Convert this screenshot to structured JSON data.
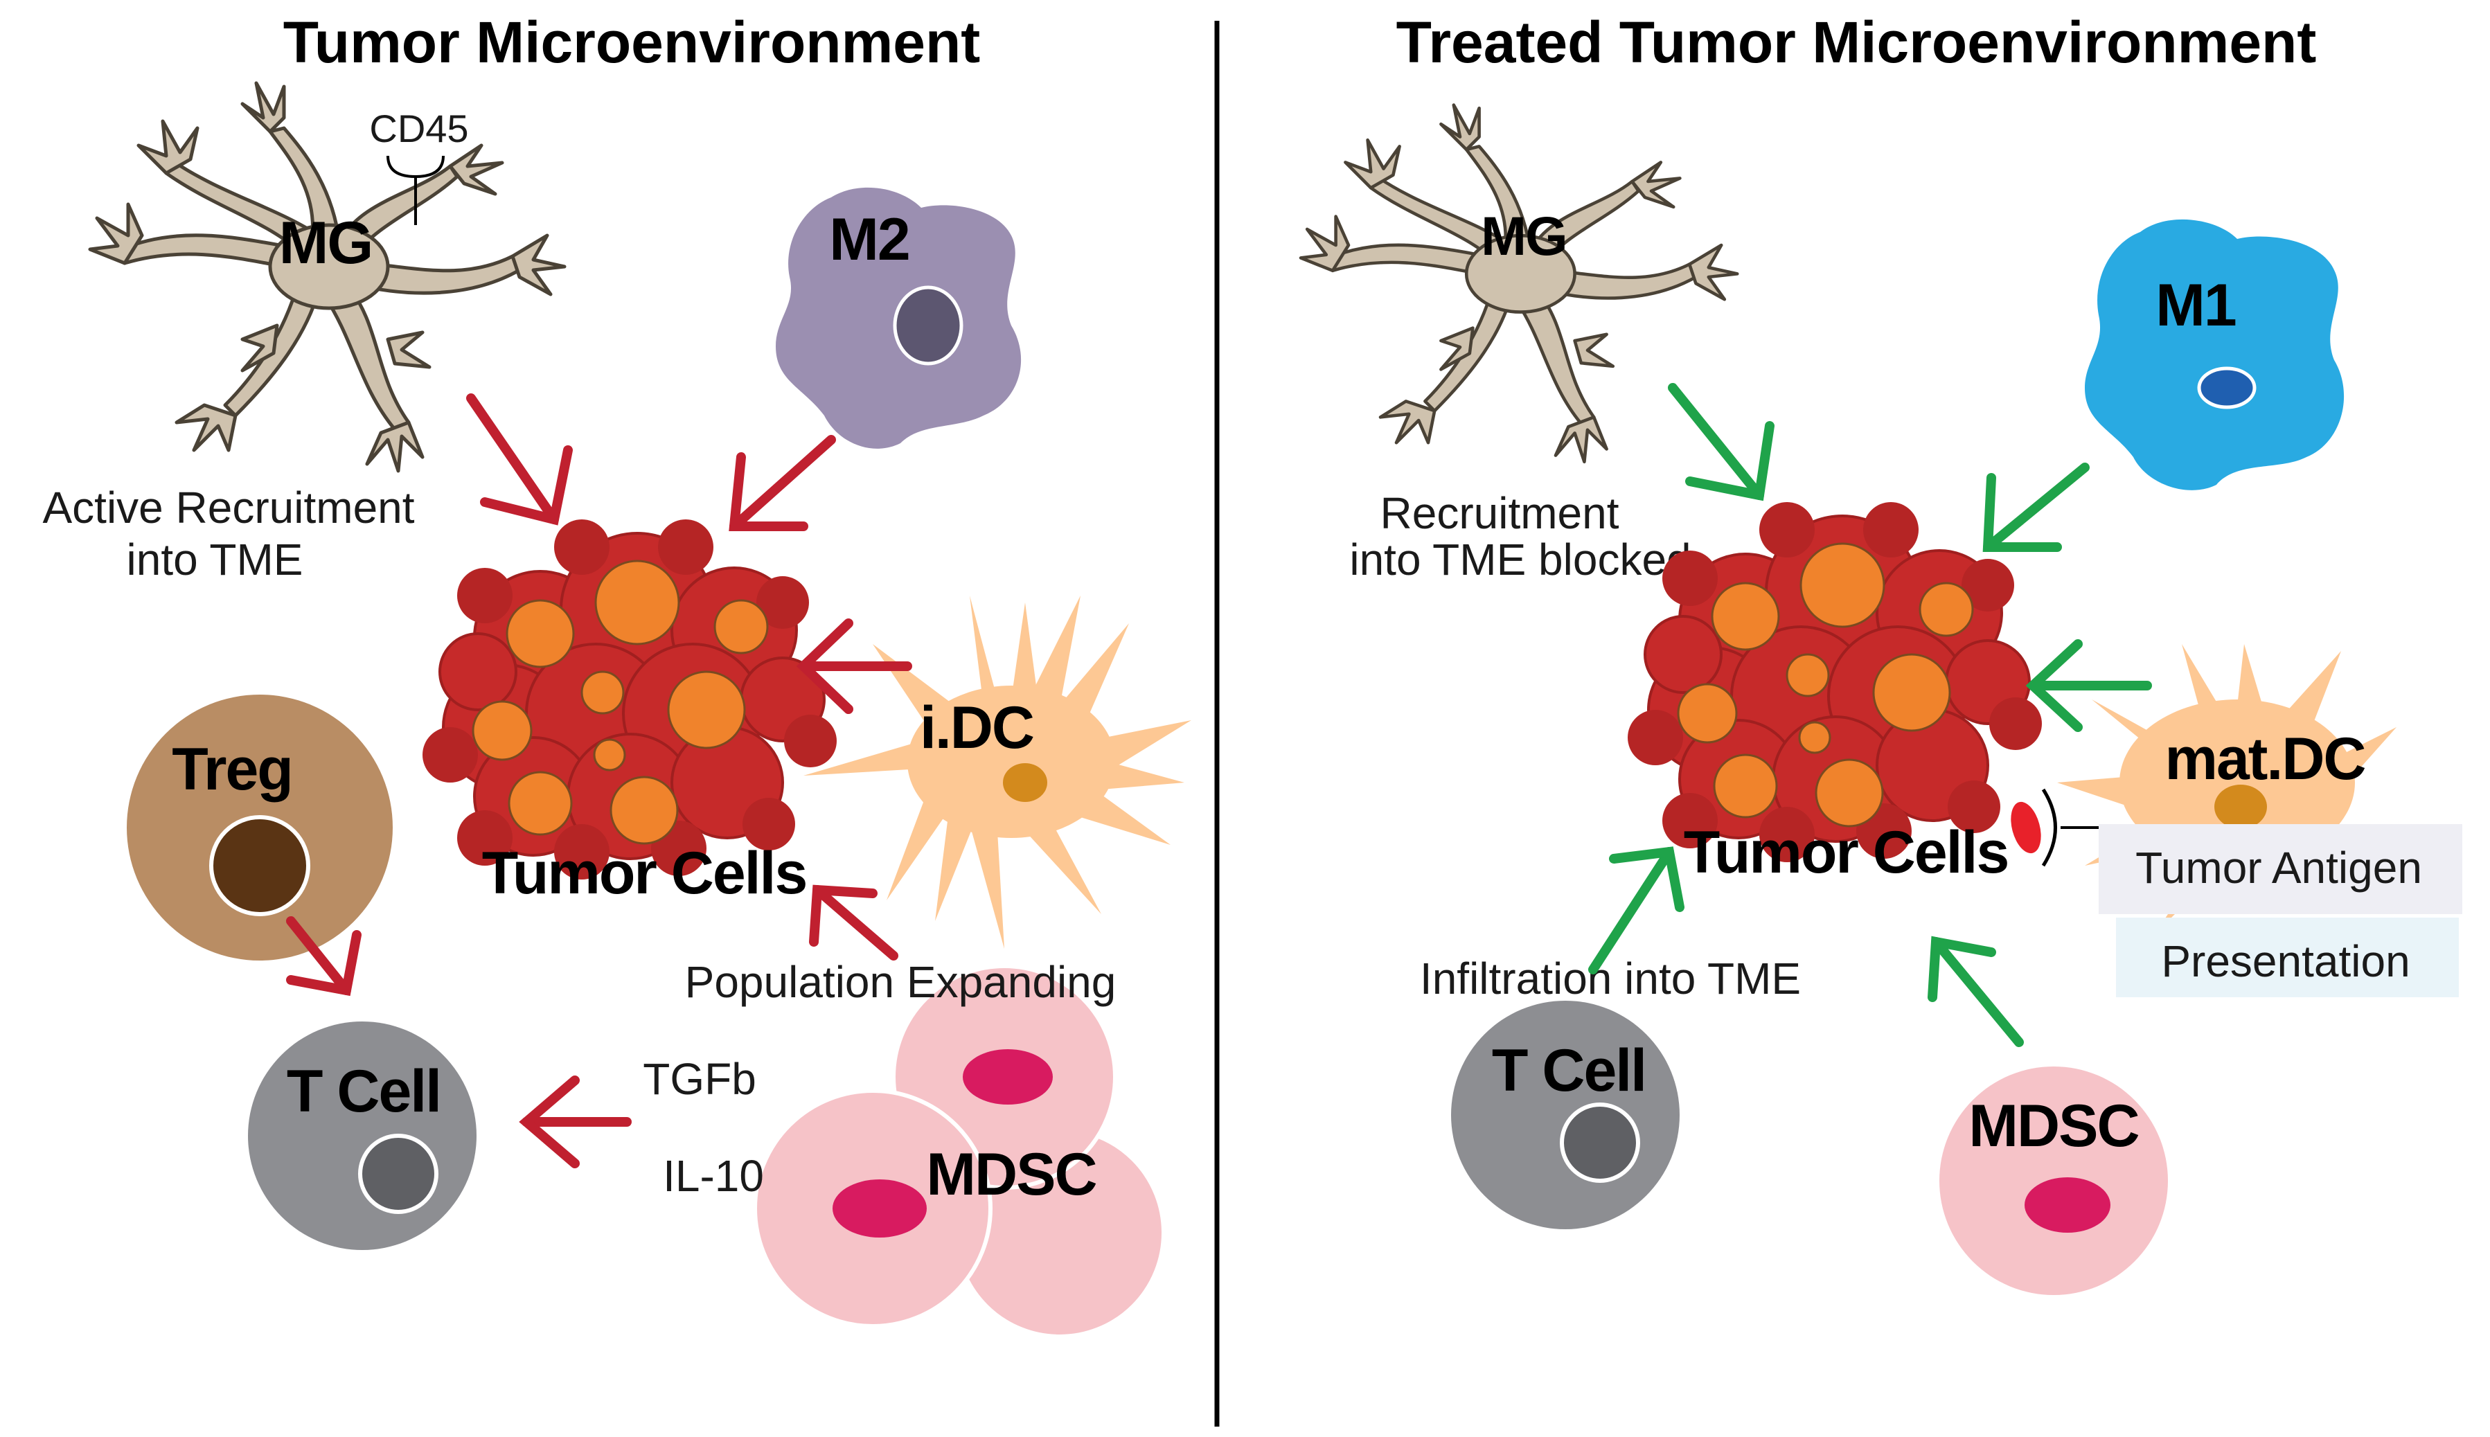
{
  "panels": {
    "left": {
      "title": "Tumor Microenvironment",
      "labels": {
        "mg": "MG",
        "cd45": "CD45",
        "m2": "M2",
        "recruitment_line1": "Active Recruitment",
        "recruitment_line2": "into TME",
        "idc": "i.DC",
        "tumor": "Tumor Cells",
        "treg": "Treg",
        "tcell": "T Cell",
        "population": "Population Expanding",
        "tgfb": "TGFb",
        "il10": "IL-10",
        "mdsc": "MDSC"
      }
    },
    "right": {
      "title": "Treated Tumor Microenvironment",
      "labels": {
        "mg": "MG",
        "m1": "M1",
        "recruitment_line1": "Recruitment",
        "recruitment_line2": "into TME blocked",
        "matdc": "mat.DC",
        "tumor": "Tumor Cells",
        "antigen_line1": "Tumor Antigen",
        "antigen_line2": "Presentation",
        "infiltration": "Infiltration into TME",
        "tcell": "T Cell",
        "mdsc": "MDSC"
      }
    }
  },
  "colors": {
    "inhibitory_arrow": "#c0202f",
    "activating_arrow": "#1fa34a",
    "microglia": "#cfc2ae",
    "m2_macrophage": "#9b8fb1",
    "m1_macrophage": "#29aae2",
    "dendritic_cell": "#fdc894",
    "treg": "#b98d64",
    "t_cell": "#8d8e92",
    "mdsc": "#f6c3c8",
    "tumor_outer": "#c62a2a",
    "tumor_inner": "#f0832c",
    "divider": "#000000"
  },
  "icons": [
    "microglia-icon",
    "macrophage-icon",
    "dendritic-cell-icon",
    "tumor-cluster-icon",
    "treg-cell-icon",
    "t-cell-icon",
    "mdsc-cell-icon",
    "antigen-icon"
  ]
}
